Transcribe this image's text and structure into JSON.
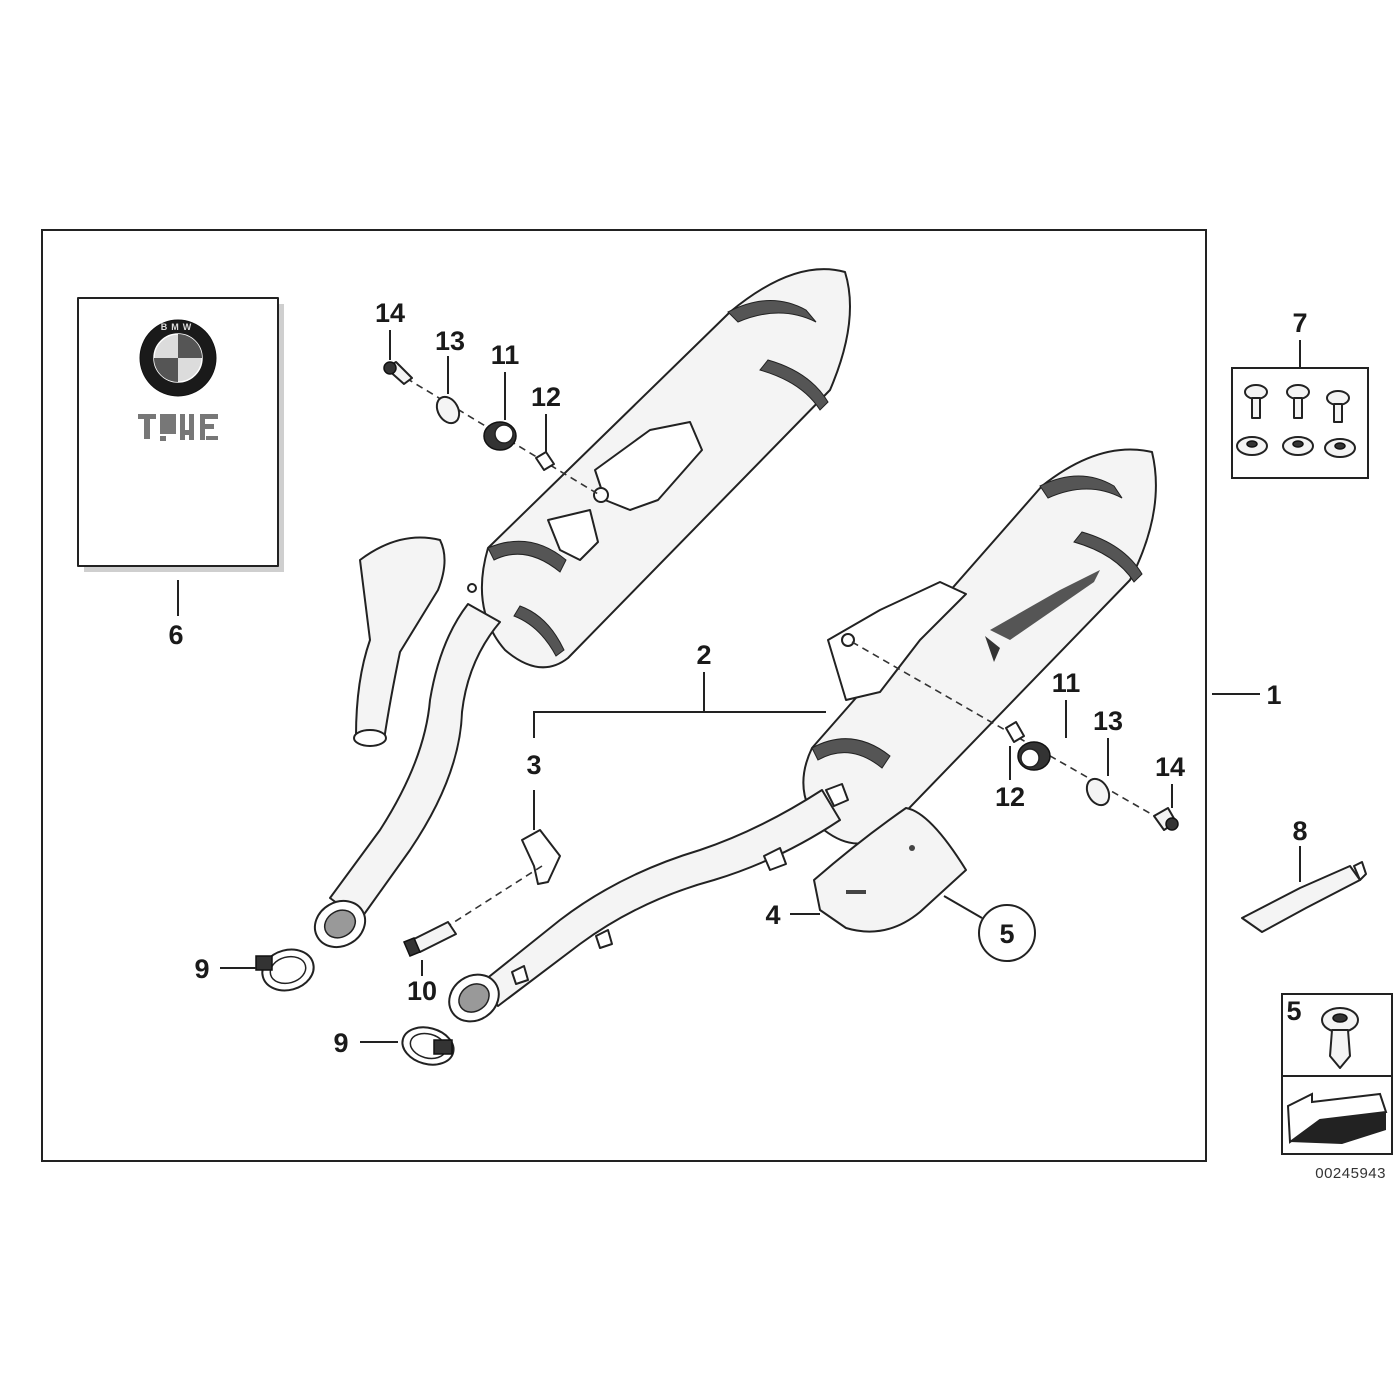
{
  "labels": {
    "main_assembly": "1",
    "exhaust_pipe": "2",
    "bracket": "3",
    "heat_shield": "4",
    "screw_circled": "5",
    "literature": "6",
    "screw_kit": "7",
    "grease_tube": "8",
    "clamp_upper": "9",
    "clamp_lower": "9",
    "stud_bolt": "10",
    "grommet_left": "11",
    "grommet_right": "11",
    "bushing_left": "12",
    "bushing_right": "12",
    "washer_left": "13",
    "washer_right": "13",
    "bolt_left": "14",
    "bolt_right": "14",
    "legend_screw": "5"
  },
  "diagram_code": "00245943",
  "logo": {
    "text": "BMW",
    "colors": {
      "ring": "#1a1a1a",
      "quadrant_light": "#dcdcdc",
      "quadrant_dark": "#555555"
    }
  },
  "colors": {
    "line": "#222222",
    "fill_light": "#f4f4f4",
    "background": "#ffffff"
  }
}
